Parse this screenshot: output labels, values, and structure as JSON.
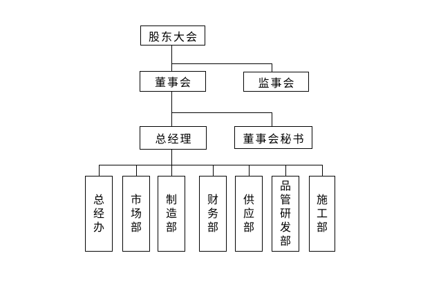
{
  "org_chart": {
    "nodes": {
      "shareholders_meeting": {
        "label": "股东大会"
      },
      "board_of_directors": {
        "label": "董事会"
      },
      "supervisory_board": {
        "label": "监事会"
      },
      "general_manager": {
        "label": "总经理"
      },
      "board_secretary": {
        "label": "董事会秘书"
      }
    },
    "departments": [
      {
        "label": "总经办"
      },
      {
        "label": "市场部"
      },
      {
        "label": "制造部"
      },
      {
        "label": "财务部"
      },
      {
        "label": "供应部"
      },
      {
        "label": "品管研发部"
      },
      {
        "label": "施工部"
      }
    ],
    "line_color": "#000000"
  }
}
